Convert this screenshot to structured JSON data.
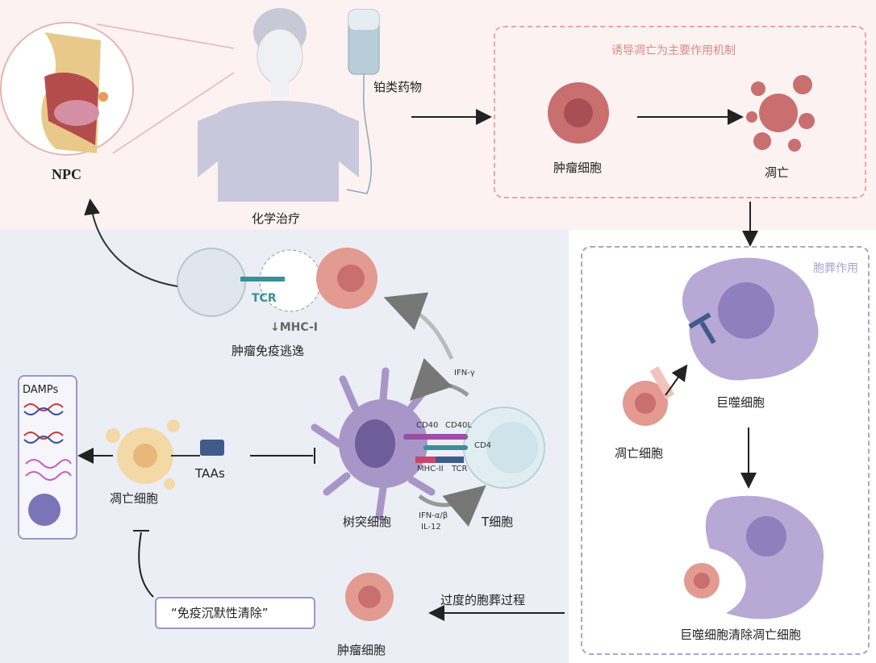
{
  "top": {
    "npc_label": "NPC",
    "chemo_label": "化学治疗",
    "drug_label": "铂类药物",
    "apoptosis_box_title": "诱导凋亡为主要作用机制",
    "tumor_cell_label": "肿瘤细胞",
    "apoptosis_label": "凋亡"
  },
  "efferocytosis": {
    "box_title": "胞葬作用",
    "macrophage_label": "巨噬细胞",
    "apoptotic_cell_label": "凋亡细胞",
    "clearance_label": "巨噬细胞清除凋亡细胞",
    "excess_label": "过度的胞葬过程"
  },
  "immune": {
    "tcr_label": "TCR",
    "mhc_label": "↓MHC-I",
    "escape_label": "肿瘤免疫逃逸",
    "ifn_gamma": "IFN-γ",
    "cd40": "CD40",
    "cd40l": "CD40L",
    "cd4": "CD4",
    "mhc2": "MHC-II",
    "tcr2": "TCR",
    "dc_label": "树突细胞",
    "t_cell_label": "T细胞",
    "ifn_ab": "IFN-α/β",
    "il12": "IL-12",
    "taas": "TAAs",
    "apoptotic_cell_label": "凋亡细胞",
    "damps": "DAMPs",
    "silent_clearance": "“免疫沉默性清除”",
    "tumor_cell_label": "肿瘤细胞"
  },
  "colors": {
    "top_bg": "#fbf2f1",
    "bottom_bg": "#eceef6",
    "red_dash": "#e3a9a6",
    "purple_dash": "#a9a3cc",
    "tumor": "#c96f6f",
    "macrophage": "#b7a8d6",
    "dc": "#8d7cb3",
    "tcell": "#cfe3ea",
    "teal": "#3b8f96"
  }
}
